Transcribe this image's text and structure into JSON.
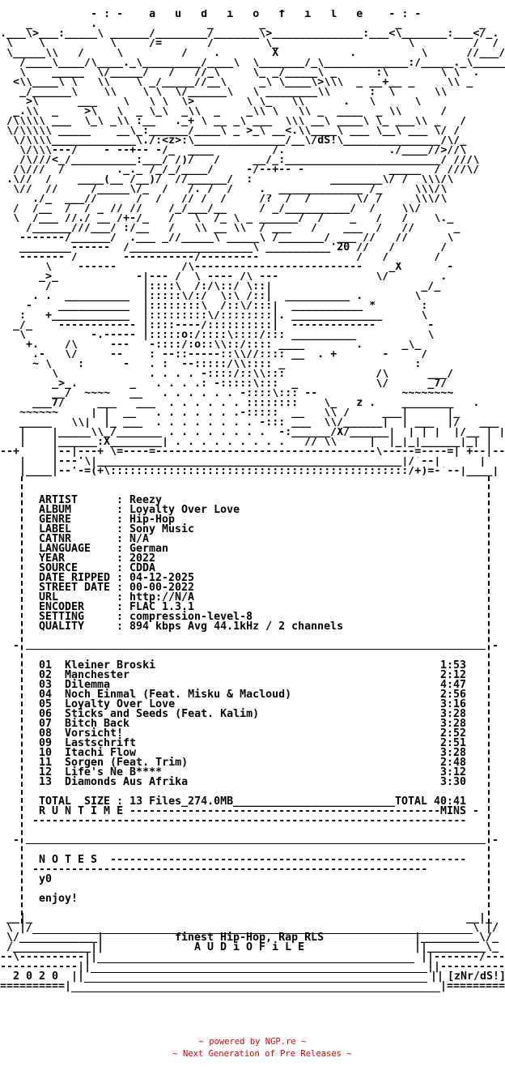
{
  "header": {
    "title_line": "              - : -    a   u   d   i   o   f   i   l   e    - : -"
  },
  "art": [
    "    _         .                 _       _                    _            _",
    ".___\\>___:_____\\ ______/________/_______\\>______________:___<\\_______:___</_.",
    " \\    \\          \\     /=       /        \\_                    \\         /  /",
    " \\_____\\\\   /     \\         /    .        X           .          \\      //___/",
    "   /____\\____/\\____._\\_________/____\\  \\_______/_\\_____________:/_____._\\______/",
    "   \\    _____  \\/_____/   /   //_\\     \\_ _/_____\\ _      :\\        \\ \\  .",
    "  <\\\\____\\ \\   \\\\    \\ _/_____//__\\     _\\ \\____\\>\\\\\\  _ __+__ _     \\\\ _",
    "   _/______\\    \\\\    \\ \\  \\/______\\   \\ ________\\\\      :  \\      \\\\",
    "    >\\      ___    \\   \\ \\  \\>        \\ \\_   \\\\      .   \\      \\",
    "  _.\\\\  _    >\\   \\  _ \\_\\  _\\\\  _    _\\\\ \\   \\\\ _  ____  _ \\\\      /",
    " /\\\\\\\\\\ ___  \\_\\ _\\\\ :__   ._+ \\ __ _\\ ___  \\\\\\ __\\ ____\\ \\_ ___\\\\ _   /",
    " \\/\\\\\\\\\\ _____    __\\_:______/____\\ _ >_\\ __<.\\\\____\\ ___ \\__\\ ___ \\/ /",
    "  \\/\\\\\\\\_____________\\./:<z>:\\______________/__\\/dS!\\_______________/\\/_",
    "   \\/\\\\\\---/    - --+-- -/_  ____         /.                ./____//>//\\",
    "   /\\///<_/__________:___/ /)/   /     __/_:________________________/ ///\\",
    "  /\\///  /        ._._ /_/_/____/     -/--+-- -             _____  / ///\\/",
    " .\\//  /    ____(__ /__)/  //______/  :            ________\\/ /  \\\\\\/\\",
    "  \\//  //     /_____\\/_  /   /. /  /    .  _____________ /_     \\\\\\/\\",
    "     ./_  ___//      /  /   // /  /     /?  /  /       \\/ /     \\\\\\/\\",
    "  /  /__  /  / _ // //    /_/___/__     / _/__________/  /    \\\\/",
    "  \\  /___ //./ __ /+-/_   /   \\  /_ \\ _ ______/  /    _   /   /    \\._",
    "    /______///___/ :/__   /   \\\\ __ \\\\  / ___   /    ___  /   //      _",
    "   -------/______/  .___ _//_____\\ _____\\ /_______/ ___ //   //      \\",
    "   ________------  /___________________\\ __________'20 //   /       /",
    "   ------- /       -----------/---------               /   /       /",
    "       \\    ------          /\\--------------------------    _X       -",
    "      _>_            -|--- /  \\ ---- /\\ ---               \\/        .",
    "       /              |::::\\  /:/\\::/ \\::|                       _/_",
    "     . .  __________  |:::::\\/:/  \\:\\ /::|  __________ .        \\",
    "    -    ___________  |::::::::\\  /::\\/:::|  ___________ *       :",
    "   :   +____________  |:::::::::\\/::::::::|. ______________      \\",
    "  _/_    ------------ |::::----/::::::::::|  -------------        -",
    "   \\          -.----- |:::::o:/::::\\::::/::: __________           \\",
    "    +.    /\\     ---   -::::/:o::\\\\::/:::: ____        .      _\\_",
    "     .-   \\/     --    : --::-----::\\\\//:::: __  . +       -     /",
    "     ~ \\    :      -   . :  --:::::/\\\\:::: _                    :",
    "        \\              . . . . -::::/::\\\\:::              /\\      ___/",
    "        _>_.        _   . . . .: -:::::\\:::  _            \\/      _7/",
    "        __/  ~~~~   __   . . . . . . -::::\\::: --             ~~~~~~~~",
    "     ___7/     ___   ___  . . . . . . ::::::::    \\_   z .    ________   .",
    "   ~~~~~~     | |  __   . . . . . . .-:::::  __   \\\\ /     ___|      |_",
    "   _____   \\\\|  |_ ___  . . . . . . . . -::: ___  \\\\/______|  | ___  |/   ___",
    "   |    |_____\\\\_/_______ . . . . . . . .  -:______/X/______|  | | |  |/__ | |",
    "   |    |______:X________| . . . . . . . . .   // \\\\     |  |_|_|______|_| |",
    "--+     |--|---+ \\=----=----------------------------------\\-----=----=| +--|--|---+-",
    "   |    |---'\\|_______________________________________________|/`--|      |",
    "   |____|--'-=(+\\::::::::::::::::::::::::::::::::::::::::::::::/+)=-`--|____|"
  ],
  "info": {
    "fields": [
      {
        "label": "ARTIST",
        "value": "Reezy"
      },
      {
        "label": "ALBUM",
        "value": "Loyalty Over Love"
      },
      {
        "label": "GENRE",
        "value": "Hip-Hop"
      },
      {
        "label": "LABEL",
        "value": "Sony Music"
      },
      {
        "label": "CATNR",
        "value": "N/A"
      },
      {
        "label": "LANGUAGE",
        "value": "German"
      },
      {
        "label": "YEAR",
        "value": "2022"
      },
      {
        "label": "SOURCE",
        "value": "CDDA"
      },
      {
        "label": "DATE RIPPED",
        "value": "04-12-2025"
      },
      {
        "label": "STREET DATE",
        "value": "00-00-2022"
      },
      {
        "label": "URL",
        "value": "http://N/A"
      },
      {
        "label": "ENCODER",
        "value": "FLAC 1.3.1"
      },
      {
        "label": "SETTING",
        "value": "compression-level-8"
      },
      {
        "label": "QUALITY",
        "value": "894 kbps Avg 44.1kHz / 2 channels"
      }
    ]
  },
  "tracks": [
    {
      "num": "01",
      "title": "Kleiner Broski",
      "duration": "1:53"
    },
    {
      "num": "02",
      "title": "Manchester",
      "duration": "2:12"
    },
    {
      "num": "03",
      "title": "Dilemma",
      "duration": "4:47"
    },
    {
      "num": "04",
      "title": "Noch Einmal (Feat. Misku & Macloud)",
      "duration": "2:56"
    },
    {
      "num": "05",
      "title": "Loyalty Over Love",
      "duration": "3:16"
    },
    {
      "num": "06",
      "title": "Sticks and Seeds (Feat. Kalim)",
      "duration": "3:28"
    },
    {
      "num": "07",
      "title": "Bitch Back",
      "duration": "3:28"
    },
    {
      "num": "08",
      "title": "Vorsicht!",
      "duration": "2:52"
    },
    {
      "num": "09",
      "title": "Lastschrift",
      "duration": "2:51"
    },
    {
      "num": "10",
      "title": "Itachi Flow",
      "duration": "3:28"
    },
    {
      "num": "11",
      "title": "Sorgen (Feat. Trim)",
      "duration": "2:48"
    },
    {
      "num": "12",
      "title": "Life's Ne B****",
      "duration": "3:12"
    },
    {
      "num": "13",
      "title": "Diamonds Aus Afrika",
      "duration": "3:30"
    }
  ],
  "totals": {
    "size_line": "TOTAL  SIZE : 13 Files_274.0MB",
    "total_line": "TOTAL 40:41",
    "runtime_label": "R U N T I M E",
    "mins_label": "MINS"
  },
  "notes": {
    "heading": "N O T E S",
    "lines": [
      "y0",
      "enjoy!"
    ]
  },
  "footer": {
    "tagline": "finest Hip-Hop, Rap RLS",
    "group": "A U D i O F i L E",
    "year": "2 0 2 0",
    "credits": "[zNr/dS!]",
    "left_art": [
      " __|_",
      " \\ |/",
      " \\/____________|",
      " /____________||",
      "--\\----------||",
      "------------||",
      "           ||",
      "==========|"
    ],
    "right_art": [
      "__|_",
      "\\ |/",
      "|_________\\/_",
      "||_________\\_",
      "||-------/---",
      "||----------",
      "||",
      "|========="
    ]
  },
  "powered": {
    "line1": "~ powered by NGP.re ~",
    "line2": "~ Next Generation of Pre Releases ~"
  }
}
